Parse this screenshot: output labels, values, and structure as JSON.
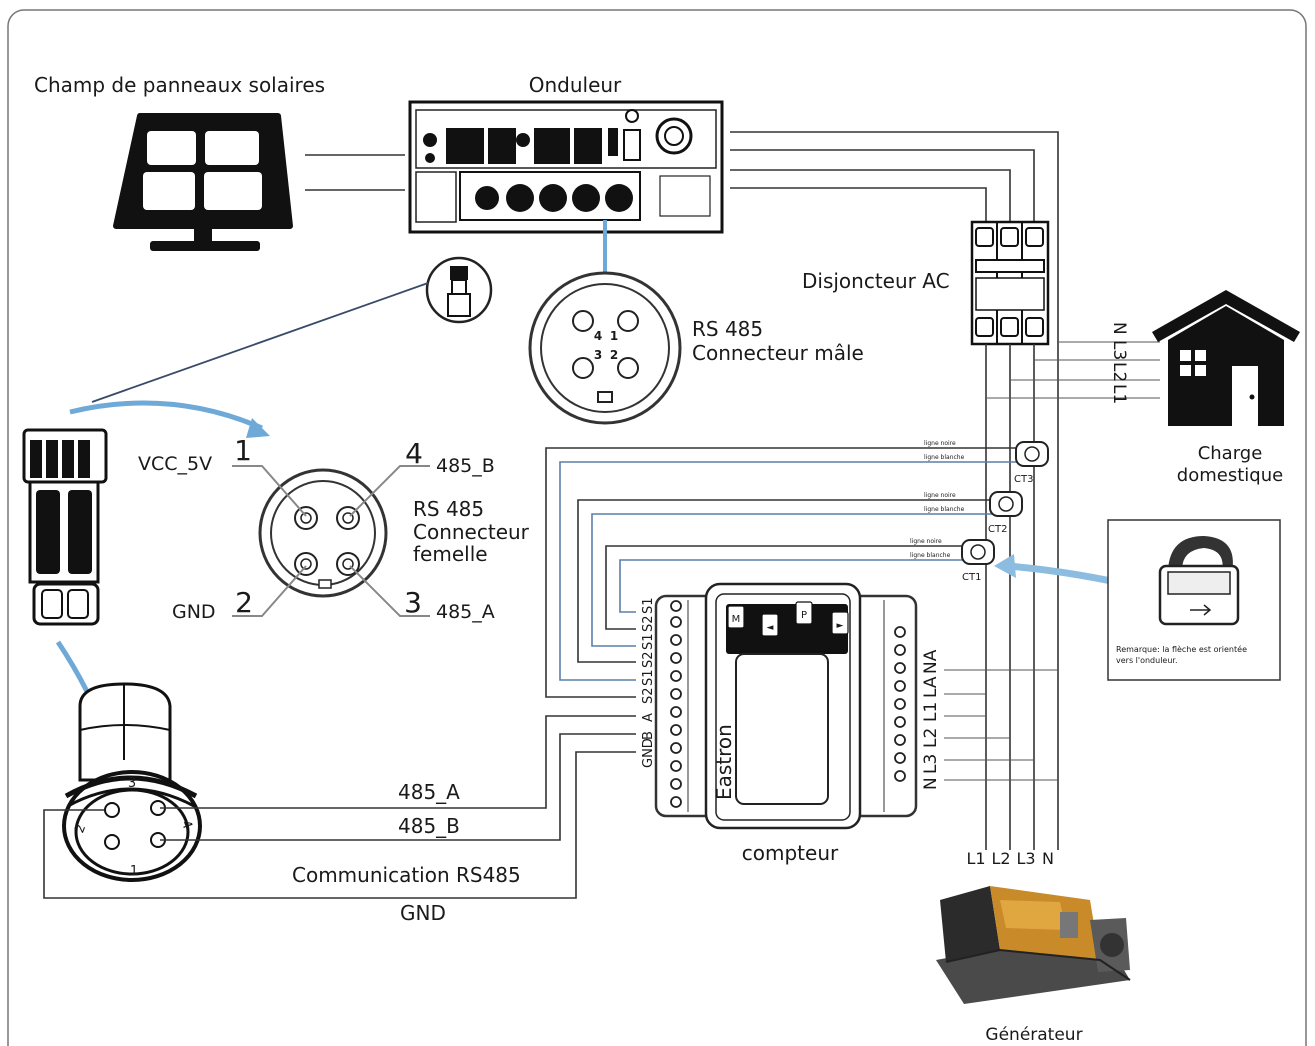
{
  "labels": {
    "solar_field": "Champ de panneaux  solaires",
    "inverter": "Onduleur",
    "ac_breaker": "Disjoncteur AC",
    "rs485_male_line1": "RS 485",
    "rs485_male_line2": "Connecteur mâle",
    "rs485_female_line1": "RS 485",
    "rs485_female_line2": "Connecteur",
    "rs485_female_line3": "femelle",
    "home_load_line1": "Charge",
    "home_load_line2": "domestique",
    "meter": "compteur",
    "generator": "Générateur",
    "communication": "Communication RS485",
    "brand": "Eastron",
    "ct_note_line1": "Remarque: la flèche est orientée",
    "ct_note_line2": "vers l'onduleur."
  },
  "female_pins": {
    "vcc": "VCC_5V",
    "gnd": "GND",
    "b": "485_B",
    "a": "485_A",
    "n1": "1",
    "n2": "2",
    "n3": "3",
    "n4": "4"
  },
  "male_pins": {
    "n1": "1",
    "n2": "2",
    "n3": "3",
    "n4": "4"
  },
  "plug_pins": {
    "n1": "1",
    "n2": "2",
    "n3": "3",
    "n4": "4"
  },
  "bottom_wires": {
    "a": "485_A",
    "b": "485_B",
    "gnd": "GND"
  },
  "house_phases": {
    "n": "N",
    "l3": "L3",
    "l2": "L2",
    "l1": "L1"
  },
  "gen_phases": {
    "l1": "L1",
    "l2": "L2",
    "l3": "L3",
    "n": "N"
  },
  "cts": {
    "ct1": "CT1",
    "ct2": "CT2",
    "ct3": "CT3",
    "black_line": "ligne noire",
    "white_line": "ligne blanche"
  },
  "meter_left_terminals": {
    "gnd": "GND",
    "b": "B",
    "a": "A",
    "s2a": "S2",
    "s1a": "S1",
    "s2b": "S2",
    "s1b": "S1",
    "s2c": "S2",
    "s1c": "S1"
  },
  "meter_right_terminals": {
    "n": "N",
    "l3": "L3",
    "l2": "L2",
    "l1": "L1",
    "la": "LA",
    "na": "NA"
  },
  "meter_buttons": {
    "m": "M",
    "left": "◄",
    "p": "P",
    "right": "►"
  }
}
